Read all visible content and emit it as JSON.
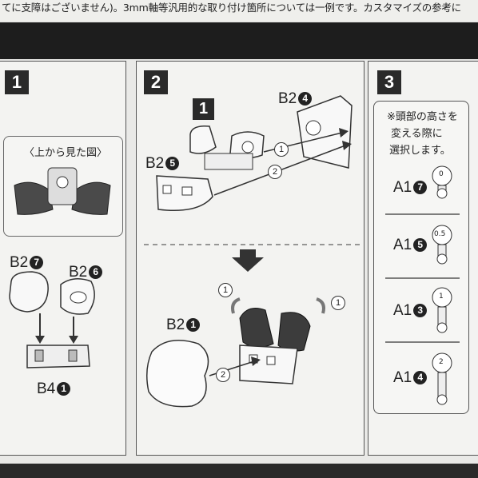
{
  "header": {
    "note_text": "てに支障はございません)。3mm軸等汎用的な取り付け箇所については一例です。カスタマイズの参考に"
  },
  "steps": [
    {
      "number": "1"
    },
    {
      "number": "2"
    },
    {
      "number": "3"
    }
  ],
  "step1": {
    "view_caption": "〈上から見た図〉",
    "parts": [
      {
        "code": "B2",
        "num": "7"
      },
      {
        "code": "B2",
        "num": "6"
      },
      {
        "code": "B4",
        "num": "1"
      }
    ]
  },
  "step2": {
    "sub_step": "1",
    "parts": [
      {
        "code": "B2",
        "num": "4"
      },
      {
        "code": "B2",
        "num": "5"
      },
      {
        "code": "B2",
        "num": "1"
      }
    ],
    "arrows": [
      "1",
      "2",
      "2",
      "1",
      "1"
    ]
  },
  "step3": {
    "note_lines": [
      "※頭部の高さを",
      "変える際に",
      "選択します。"
    ],
    "options": [
      {
        "code": "A1",
        "num": "7",
        "marker": "0"
      },
      {
        "code": "A1",
        "num": "5",
        "marker": "0.5"
      },
      {
        "code": "A1",
        "num": "3",
        "marker": "1"
      },
      {
        "code": "A1",
        "num": "4",
        "marker": "2"
      }
    ]
  },
  "colors": {
    "dark": "#2a2a2a",
    "paper": "#f3f3f1",
    "line": "#555555"
  }
}
